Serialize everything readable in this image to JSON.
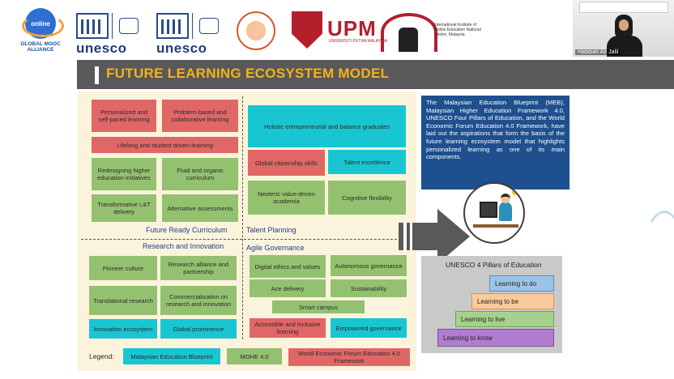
{
  "header": {
    "mooc_badge": "online",
    "mooc_name": "GLOBAL MOOC ALLIANCE",
    "unesco_1": "unesco",
    "unesco_2": "unesco",
    "upm_word": "UPM",
    "upm_sub": "UNIVERSITI PUTRA MALAYSIA",
    "ioe_text": "International Institute of Online Education National Centre, Malaysia"
  },
  "video": {
    "participant_name": "Habibah Ab Jalil"
  },
  "slide": {
    "title": "FUTURE LEARNING ECOSYSTEM MODEL",
    "sections": {
      "curriculum": "Future Ready Curriculum",
      "talent": "Talent Planning",
      "research": "Research and Innovation",
      "governance": "Agile Governance"
    },
    "curriculum_items": {
      "personalized": "Personalized and self-paced learning",
      "problem_based": "Problem-based and collaborative learning",
      "lifelong": "Lifelong and student driven learning",
      "redesigning": "Redesigning higher education initiatives",
      "fluid": "Fluid and organic curriculum",
      "transformative": "Transformative L&T delivery",
      "alternative": "Alternative assessments"
    },
    "talent_items": {
      "holistic": "Holistic entrepreneurial and balance graduates",
      "global_citizenship": "Global citizenship skills",
      "talent_excellence": "Talent excellence",
      "neoteric": "Neoteric value-driven academia",
      "cognitive": "Cognitive flexibility"
    },
    "research_items": {
      "pioneer": "Pioneer culture",
      "alliance": "Research alliance and partnership",
      "translational": "Translational research",
      "commercialisation": "Commercialisation on research and innovation",
      "ecosystem": "Innovation ecosystem",
      "prominence": "Global prominence"
    },
    "governance_items": {
      "digital_ethics": "Digital ethics and values",
      "autonomous": "Autonomous governance",
      "ace": "Ace delivery",
      "sustainability": "Sustainability",
      "smart_campus": "Smart campus",
      "accessible": "Accessible and inclusive learning",
      "empowered": "Empowered governance"
    },
    "legend": {
      "label": "Legend:",
      "meb": "Malaysian Education Blueprint",
      "mohe": "MOHE 4.0",
      "wef": "World Economic Forum Education 4.0 Framework"
    },
    "description": "The Malaysian Education Blueprint (MEB), Malaysian Higher Education Framework 4.0, UNESCO Four Pillars of Education, and the World Economic Forum Education 4.0 Framework, have laid out the aspirations that form the basis of the future learning ecosystem model that highlights personalized learning as one of its main components.",
    "pillars": {
      "title": "UNESCO 4 Pillars of Education",
      "do": "Learning to do",
      "be": "Learning to be",
      "live": "Learning to live",
      "know": "Learning to know"
    },
    "colors": {
      "meb": "#18c6d2",
      "mohe": "#94c16f",
      "wef": "#e06766",
      "title": "#f5b21a",
      "description_bg": "#1e4f8f"
    }
  }
}
